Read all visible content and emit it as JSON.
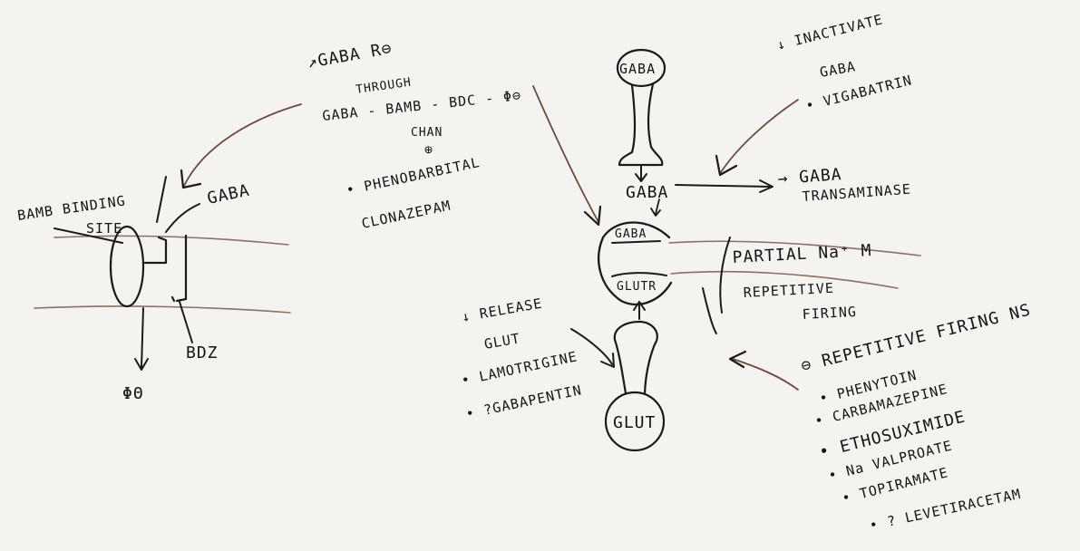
{
  "left_diagram": {
    "site_label_line1": "BAMB BINDING",
    "site_label_line2": "SITE",
    "gaba_label": "GABA",
    "bdz_label": "BDZ",
    "output_label": "ΦΘ"
  },
  "top_middle_note": {
    "line1": "↗GABA R⊖",
    "line2": "THROUGH",
    "line3": "GABA - BAMB - BDC - Φ⊖",
    "line4": "CHAN",
    "line5": "⊕",
    "bullet1": "• PHENOBARBITAL",
    "bullet2": "CLONAZEPAM"
  },
  "synapse": {
    "top_vesicle_label": "GABA",
    "gaba_release_label": "GABA",
    "membrane_gaba_label": "GABA",
    "membrane_glut_label": "GLUTR",
    "bottom_vesicle_label": "GLUT"
  },
  "top_right_note": {
    "line1": "↓ INACTIVATE",
    "line2": "GABA",
    "bullet1": "• VIGABATRIN"
  },
  "transaminase_note": {
    "line1": "→ GABA",
    "line2": "TRANSAMINASE"
  },
  "right_channel_note": {
    "line1": "PARTIAL Na⁺ M",
    "line2": "REPETITIVE",
    "line3": "FIRING"
  },
  "bottom_left_note": {
    "line1": "↓ RELEASE",
    "line2": "GLUT",
    "bullet1": "• LAMOTRIGINE",
    "bullet2": "• ?GABAPENTIN"
  },
  "bottom_right_note": {
    "line1": "⊖ REPETITIVE FIRING NS",
    "bullet1": "• PHENYTOIN",
    "bullet2": "• CARBAMAZEPINE",
    "bullet3": "• ETHOSUXIMIDE",
    "bullet4": "• Na VALPROATE",
    "bullet5": "• TOPIRAMATE",
    "bullet6": "• ? LEVETIRACETAM"
  }
}
